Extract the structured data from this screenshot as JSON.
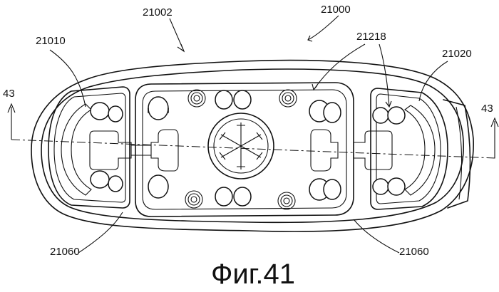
{
  "figure": {
    "caption": "Фиг.41",
    "labels": {
      "assembly": "21000",
      "housing": "21002",
      "left_unit": "21010",
      "right_unit": "21020",
      "contacts": "21218",
      "base_left": "21060",
      "base_right": "21060",
      "section_left": "43",
      "section_right": "43"
    }
  }
}
